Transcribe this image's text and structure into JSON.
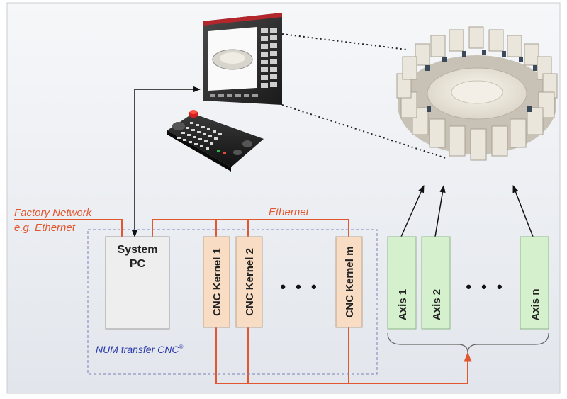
{
  "network": {
    "factory_line1": "Factory Network",
    "factory_line2": "e.g. Ethernet",
    "ethernet": "Ethernet"
  },
  "system_pc": {
    "line1": "System",
    "line2": "PC"
  },
  "kernels": [
    "CNC Kernel 1",
    "CNC Kernel 2",
    "CNC Kernel m"
  ],
  "axes": [
    "Axis 1",
    "Axis 2",
    "Axis n"
  ],
  "ellipsis": "• • •",
  "group_label": "NUM transfer CNC",
  "group_label_mark": "®",
  "colors": {
    "network_line": "#e2572f",
    "kernel_fill": "#f8dcc4",
    "axis_fill": "#d4f0cc",
    "pc_fill": "#eeeeee",
    "group_label": "#2b3aa8"
  }
}
